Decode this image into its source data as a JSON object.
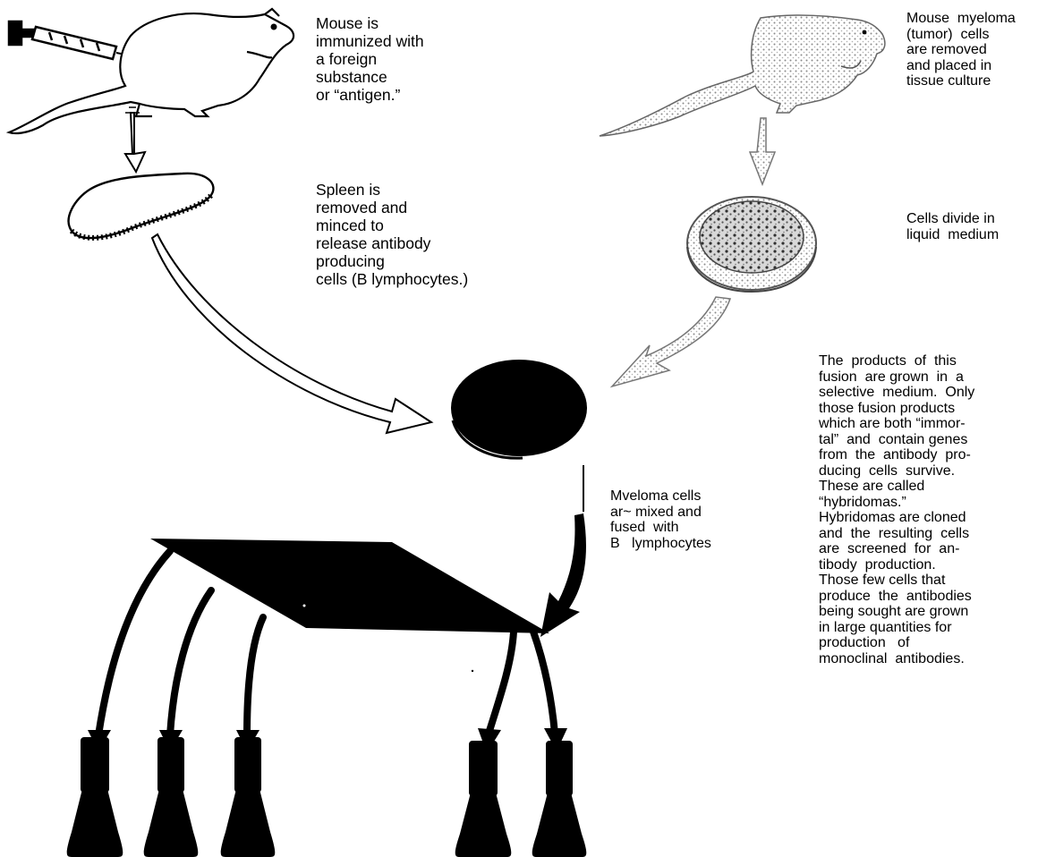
{
  "labels": {
    "immunize": [
      "Mouse is",
      "immunized with",
      "a foreign",
      "substance",
      "or “antigen.”"
    ],
    "myeloma": [
      "Mouse  myeloma",
      "(tumor)  cells",
      "are removed",
      "and placed in",
      "tissue culture"
    ],
    "spleen": [
      "Spleen is",
      "removed and",
      "minced to",
      "release antibody",
      "producing",
      "cells (B lymphocytes.)"
    ],
    "divide": [
      "Cells divide in",
      "liquid  medium"
    ],
    "fusion": [
      "Mveloma cells",
      "ar~ mixed and",
      "fused  with",
      "B   lymphocytes"
    ],
    "products": [
      "The  products  of  this",
      "fusion  are grown  in  a",
      "selective  medium.  Only",
      "those fusion products",
      "which are both “immor-",
      "tal”  and  contain genes",
      "from  the  antibody  pro-",
      "ducing  cells  survive.",
      "These are called",
      "“hybridomas.”",
      "Hybridomas are cloned",
      "and  the  resulting  cells",
      "are  screened  for  an-",
      "tibody  production.",
      "Those few cells that",
      "produce  the  antibodies",
      "being sought are grown",
      "in large quantities for",
      "production   of",
      "monoclinal  antibodies."
    ]
  },
  "colors": {
    "ink": "#000000",
    "paper": "#ffffff",
    "stipple": "#9a9a9a"
  },
  "icons": [
    "syringe-icon",
    "mouse-icon",
    "spleen-icon",
    "culture-dish-icon",
    "fused-cells-icon",
    "cloning-plate-icon",
    "culture-flask-icon"
  ]
}
